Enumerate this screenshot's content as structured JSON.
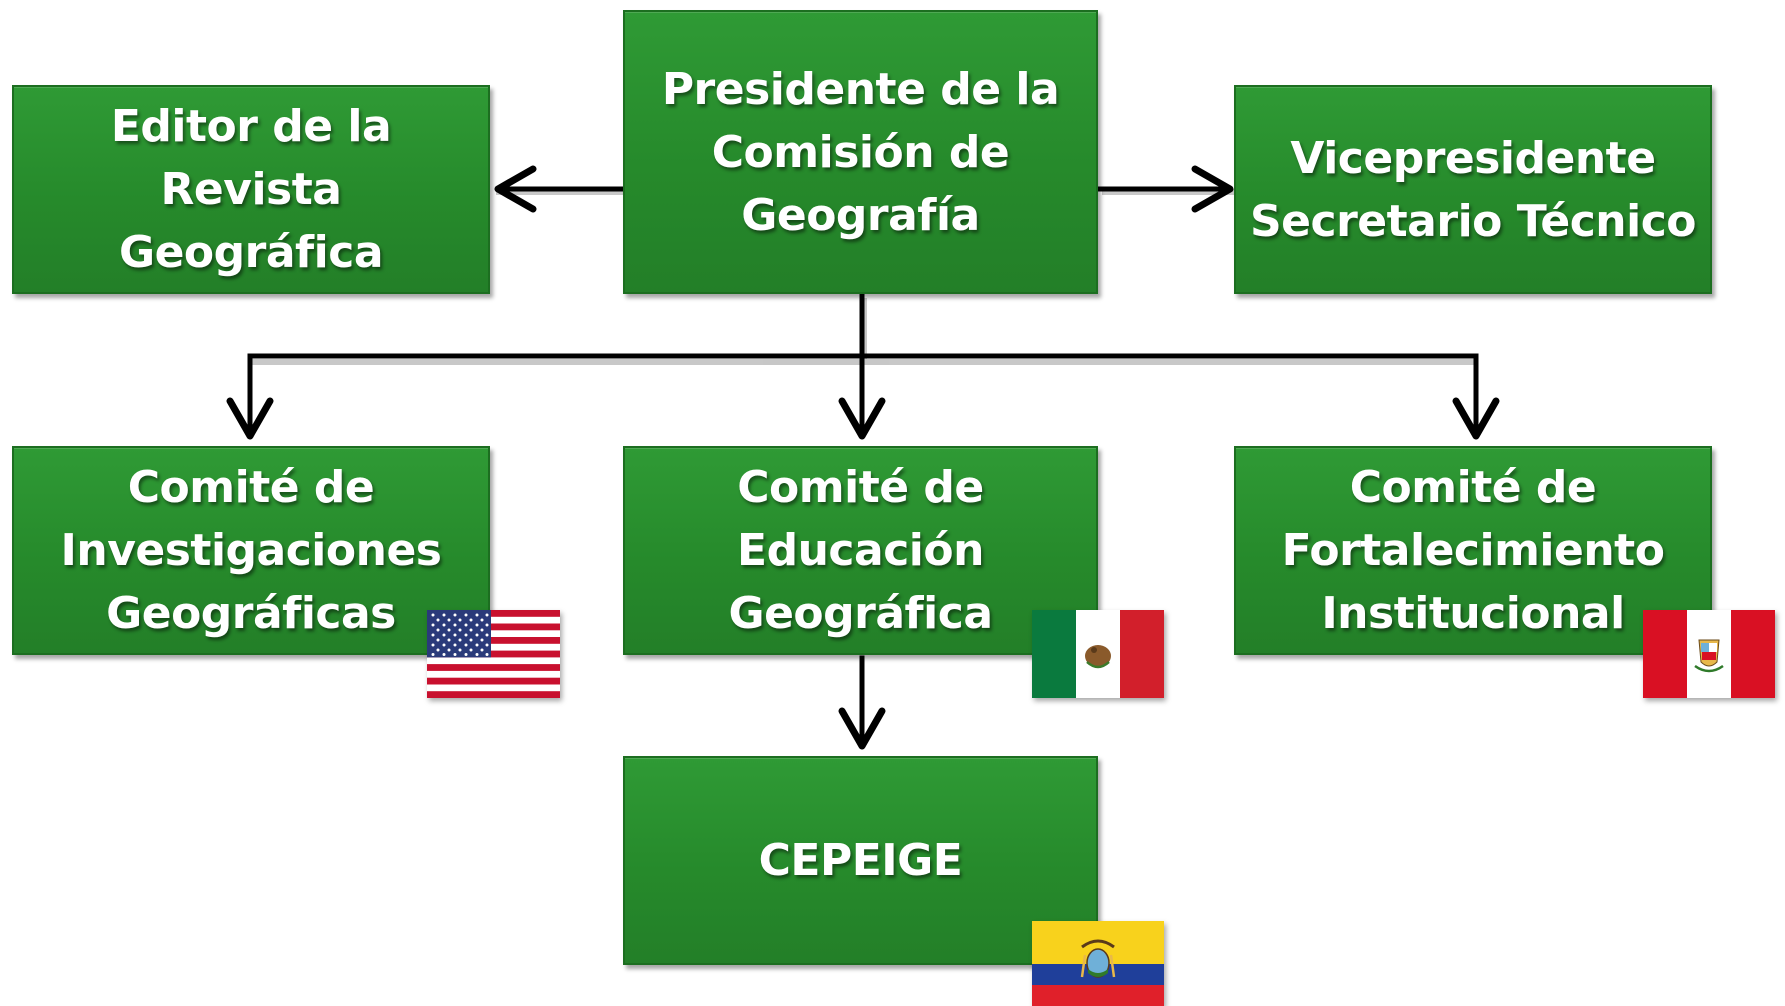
{
  "diagram": {
    "nodes": {
      "president": {
        "label": "Presidente de la\nComisión de\nGeografía"
      },
      "editor": {
        "label": "Editor de la Revista\nGeográfica"
      },
      "vice": {
        "label": "Vicepresidente\nSecretario Técnico"
      },
      "research": {
        "label": "Comité de\nInvestigaciones\nGeográficas"
      },
      "education": {
        "label": "Comité de\nEducación\nGeográfica"
      },
      "strengthening": {
        "label": "Comité de\nFortalecimiento\nInstitucional"
      },
      "cepeige": {
        "label": "CEPEIGE"
      }
    },
    "flags": [
      {
        "node": "research",
        "icon": "usa-flag-icon"
      },
      {
        "node": "education",
        "icon": "mexico-flag-icon"
      },
      {
        "node": "strengthening",
        "icon": "peru-flag-icon"
      },
      {
        "node": "cepeige",
        "icon": "ecuador-flag-icon"
      }
    ],
    "edges": [
      {
        "from": "president",
        "to": "editor"
      },
      {
        "from": "president",
        "to": "vice"
      },
      {
        "from": "president",
        "to": "research"
      },
      {
        "from": "president",
        "to": "education"
      },
      {
        "from": "president",
        "to": "strengthening"
      },
      {
        "from": "education",
        "to": "cepeige"
      }
    ],
    "colors": {
      "box_fill": "#268a2b",
      "box_border": "#1c6e20",
      "text": "#ffffff",
      "connector": "#000000"
    }
  }
}
